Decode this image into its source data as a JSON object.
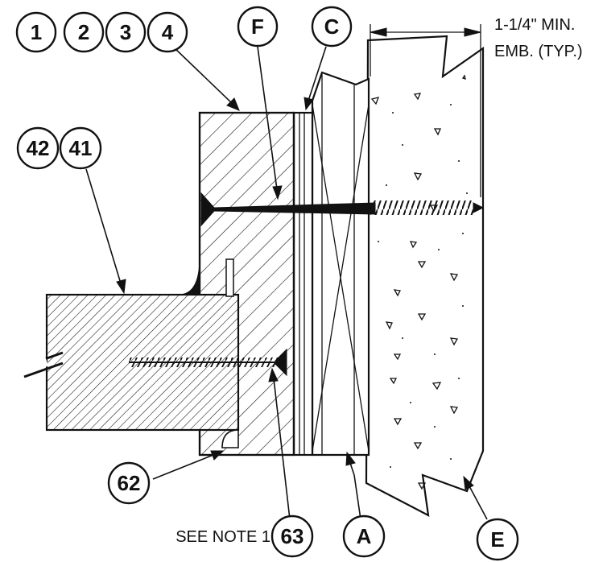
{
  "callouts": {
    "b1": "1",
    "b2": "2",
    "b3": "3",
    "b4": "4",
    "bF": "F",
    "bC": "C",
    "b42": "42",
    "b41": "41",
    "b62": "62",
    "b63": "63",
    "bA": "A",
    "bE": "E"
  },
  "dimension": {
    "line1": "1-1/4\" MIN.",
    "line2": "EMB. (TYP.)"
  },
  "note": "SEE NOTE 1"
}
